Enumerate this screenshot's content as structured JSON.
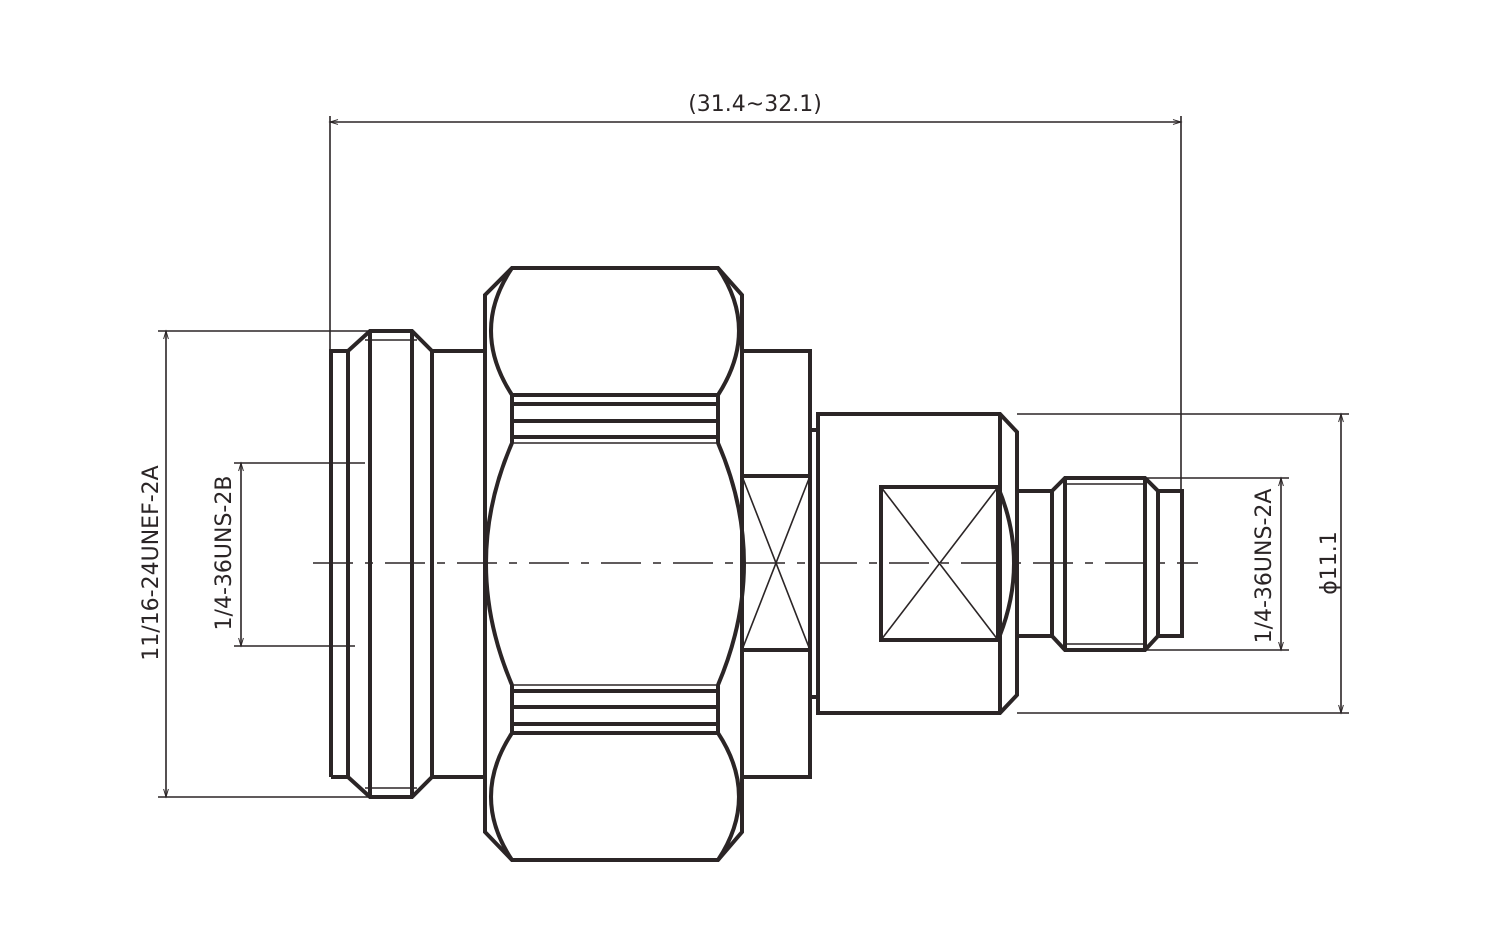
{
  "drawing": {
    "overall_length": "(31.4~32.1)",
    "left_outer_thread": "11/16-24UNEF-2A",
    "left_inner_thread": "1/4-36UNS-2B",
    "right_thread": "1/4-36UNS-2A",
    "right_diameter": "ϕ11.1",
    "line_color": "#2b2526"
  }
}
